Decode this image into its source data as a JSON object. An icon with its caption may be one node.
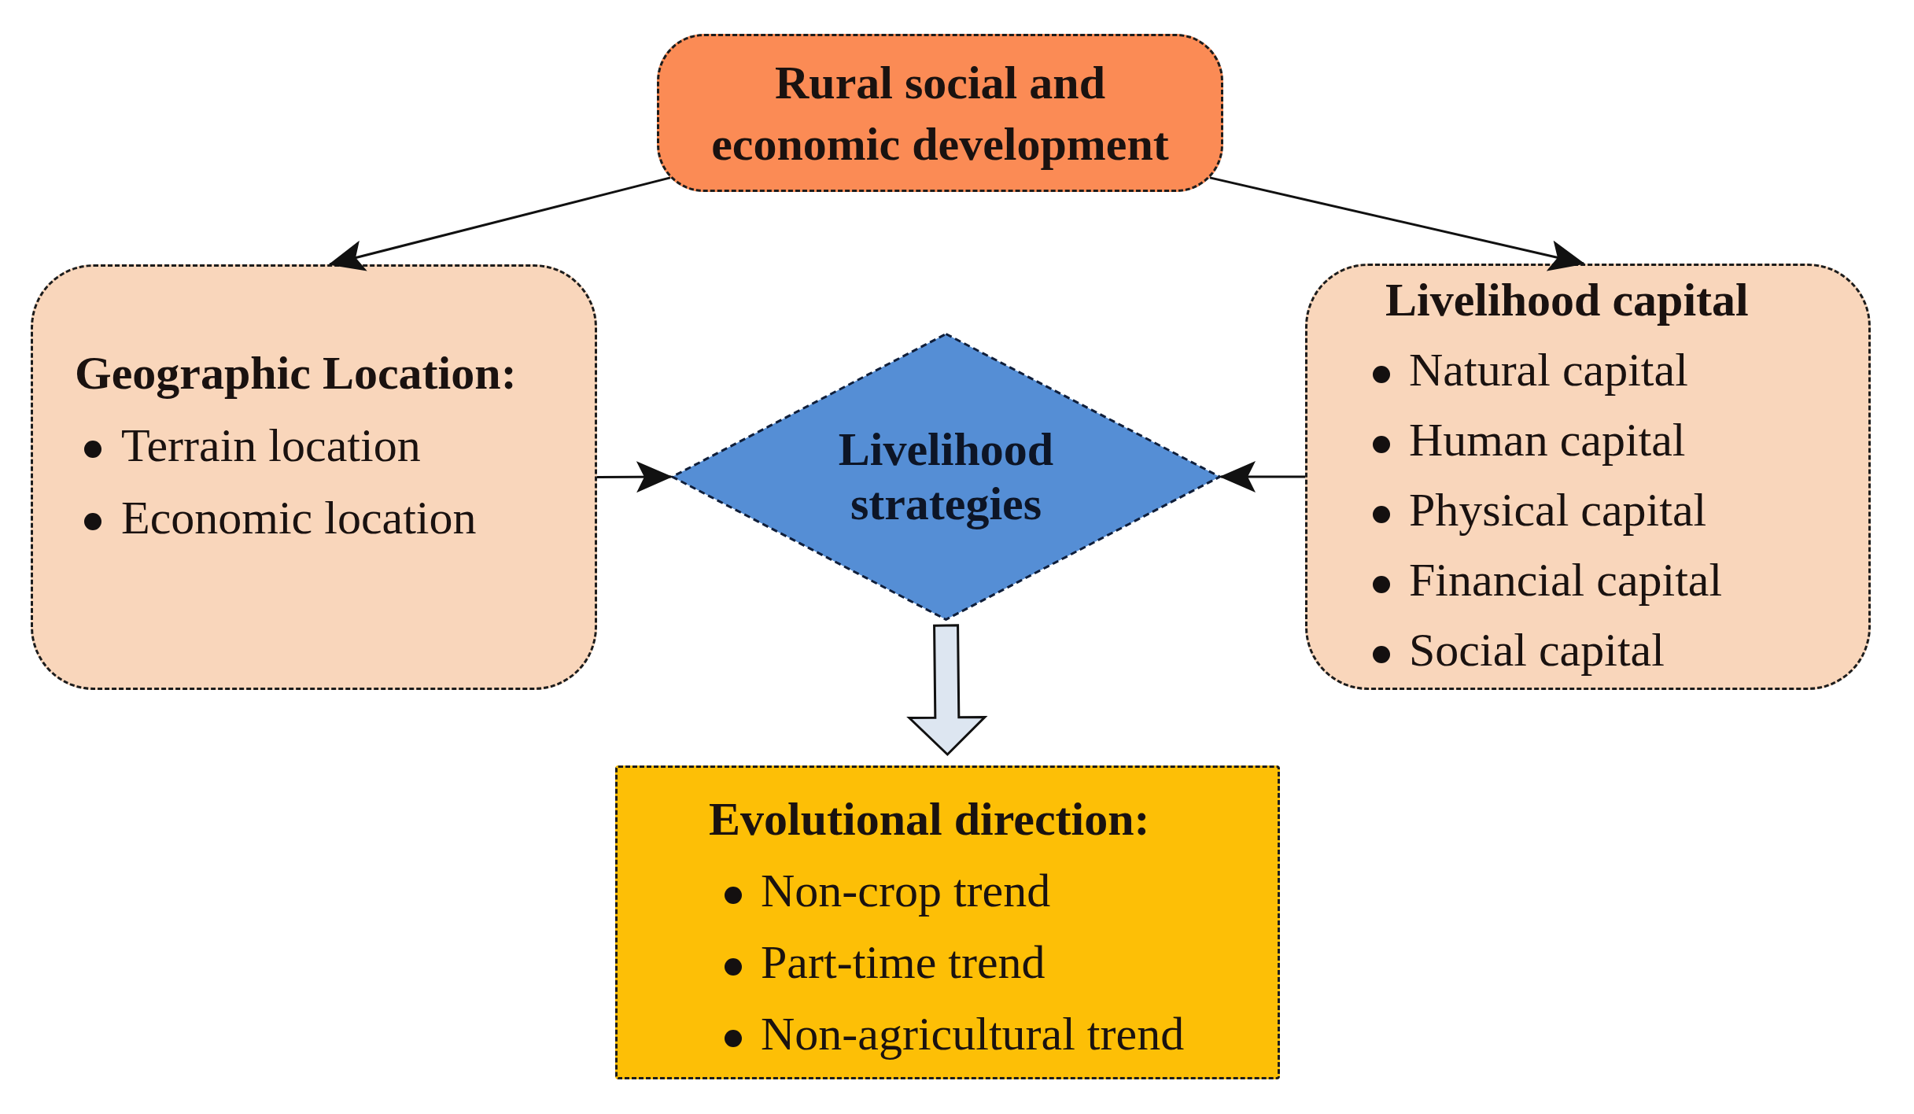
{
  "diagram": {
    "nodes": [
      {
        "text": [
          "Rural social and economic development"
        ]
      },
      {
        "text": [
          "Geographic Location:",
          "Terrain location",
          "Economic location"
        ]
      },
      {
        "text": [
          "Livelihood strategies"
        ]
      },
      {
        "text": [
          "Livelihood capital",
          "Natural capital",
          "Human capital",
          "Physical capital",
          "Financial capital",
          "Social capital"
        ]
      },
      {
        "text": [
          "Evolutional direction:",
          "Non-crop trend",
          "Part-time trend",
          "Non-agricultural trend"
        ]
      }
    ],
    "edges": [
      {
        "from": 0,
        "to": 1,
        "arrow": "to"
      },
      {
        "from": 0,
        "to": 3,
        "arrow": "to"
      },
      {
        "from": 1,
        "to": 2,
        "arrow": "to"
      },
      {
        "from": 3,
        "to": 2,
        "arrow": "to"
      },
      {
        "from": 2,
        "to": 4,
        "arrow": "to",
        "style": "thick"
      }
    ]
  }
}
